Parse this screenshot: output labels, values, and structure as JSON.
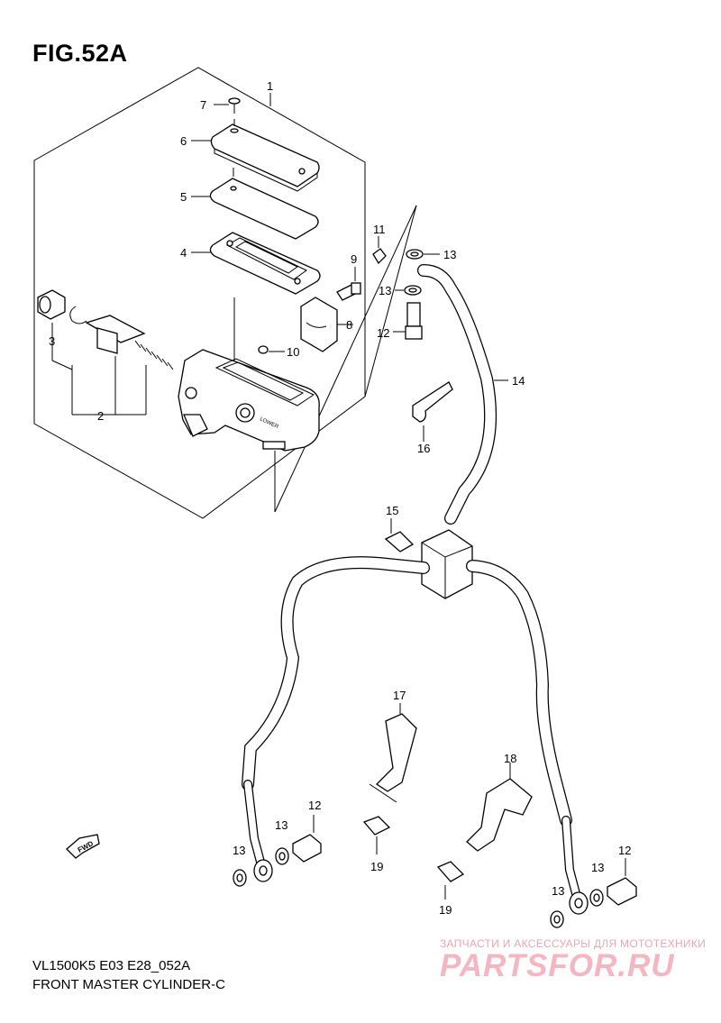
{
  "figure": {
    "title": "FIG.52A",
    "model_line": "VL1500K5 E03 E28_052A",
    "caption": "FRONT MASTER CYLINDER-C"
  },
  "fwd_label": "FWD",
  "lower_mark": "LOWER",
  "watermark": {
    "tagline": "ЗАПЧАСТИ И АКСЕССУАРЫ ДЛЯ МОТОТЕХНИКИ",
    "logo": "PARTSFOR.RU"
  },
  "callouts": {
    "c1": "1",
    "c2": "2",
    "c3": "3",
    "c4": "4",
    "c5": "5",
    "c6": "6",
    "c7": "7",
    "c8": "8",
    "c9": "9",
    "c10": "10",
    "c11": "11",
    "c12a": "12",
    "c12b": "12",
    "c12c": "12",
    "c13a": "13",
    "c13b": "13",
    "c13c": "13",
    "c13d": "13",
    "c13e": "13",
    "c13f": "13",
    "c14": "14",
    "c15": "15",
    "c16": "16",
    "c17": "17",
    "c18": "18",
    "c19a": "19",
    "c19b": "19"
  }
}
